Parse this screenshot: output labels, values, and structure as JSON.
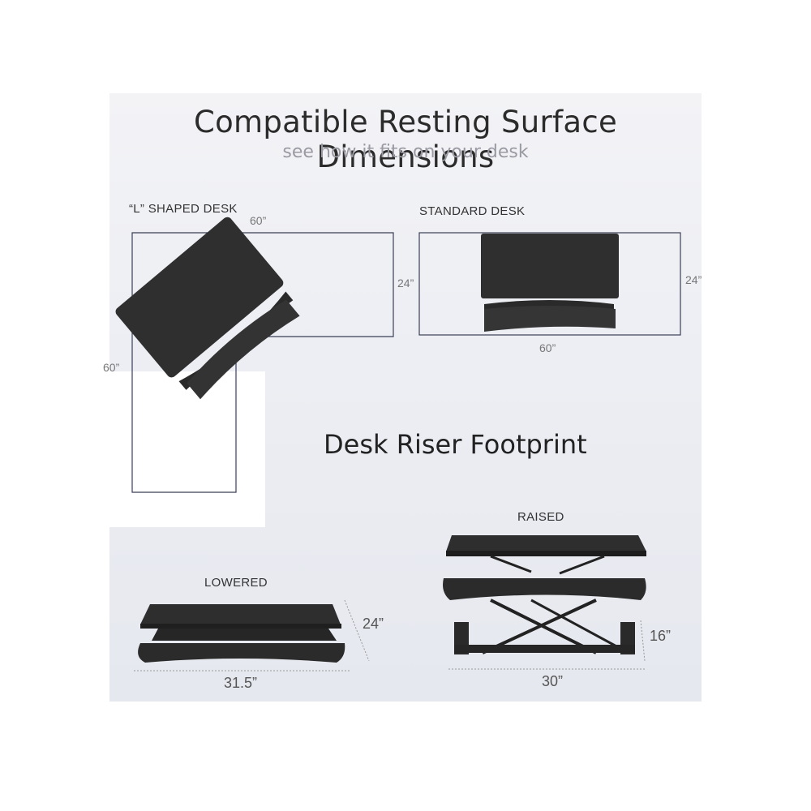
{
  "header": {
    "title": "Compatible Resting Surface Dimensions",
    "subtitle": "see how it fits on your desk"
  },
  "l_desk": {
    "label": "“L” SHAPED DESK",
    "width": "60”",
    "depth": "24”",
    "side_length": "60”"
  },
  "standard_desk": {
    "label": "STANDARD DESK",
    "width": "60”",
    "depth": "24”"
  },
  "footprint": {
    "title": "Desk Riser Footprint",
    "lowered": {
      "label": "LOWERED",
      "width": "31.5”",
      "depth": "24”"
    },
    "raised": {
      "label": "RAISED",
      "width": "30”",
      "height": "16”"
    }
  },
  "colors": {
    "panel_bg": "#eceef3",
    "riser": "#2e2e2e",
    "outline": "#3a3f55"
  }
}
